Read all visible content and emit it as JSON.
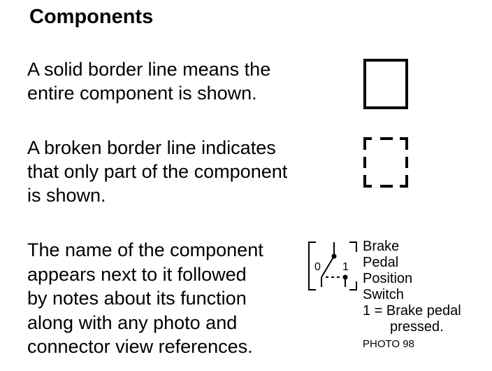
{
  "title": "Components",
  "solid_text": [
    "A solid border line means the",
    "entire component is shown."
  ],
  "broken_text": [
    "A broken border line indicates",
    "that only part of the component",
    "is shown."
  ],
  "name_text": [
    "The name of the component",
    "appears next to it followed",
    "by notes about its function",
    "along with any photo and",
    "connector view references."
  ],
  "switch": {
    "off_label": "0",
    "on_label": "1"
  },
  "component_label": {
    "lines": [
      "Brake",
      "Pedal",
      "Position",
      "Switch",
      "1 = Brake pedal"
    ],
    "continuation": "pressed.",
    "photo_ref": "PHOTO 98"
  }
}
